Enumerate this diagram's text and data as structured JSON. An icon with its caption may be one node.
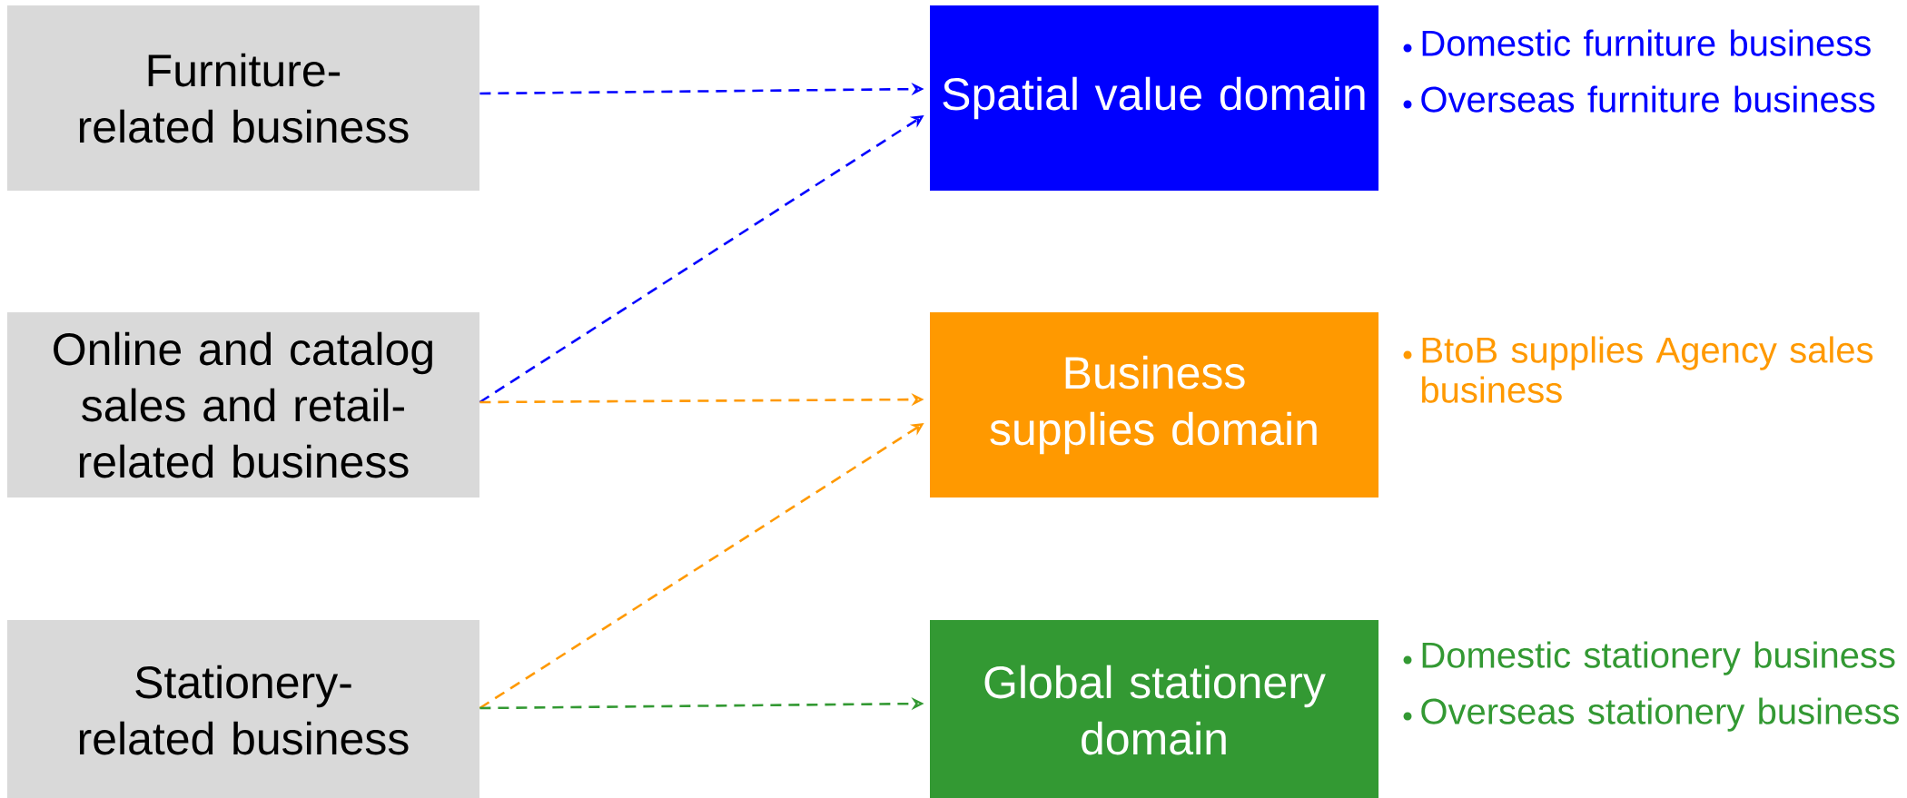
{
  "diagram": {
    "nodes": [
      {
        "text": [
          "Furniture-related business"
        ]
      },
      {
        "text": [
          "Online and catalog sales and retail-related business"
        ]
      },
      {
        "text": [
          "Stationery-related business"
        ]
      },
      {
        "text": [
          "Spatial value domain"
        ],
        "beside": [
          "Domestic furniture business",
          "Overseas furniture business"
        ]
      },
      {
        "text": [
          "Business supplies domain"
        ],
        "beside": [
          "BtoB supplies Agency sales business"
        ]
      },
      {
        "text": [
          "Global stationery domain"
        ],
        "beside": [
          "Domestic stationery business",
          "Overseas stationery business"
        ]
      }
    ],
    "edges": [
      {
        "from": 0,
        "to": 3,
        "arrow": "to",
        "style": "dashed",
        "color": "#0000ff"
      },
      {
        "from": 1,
        "to": 3,
        "arrow": "to",
        "style": "dashed",
        "color": "#0000ff"
      },
      {
        "from": 1,
        "to": 4,
        "arrow": "to",
        "style": "dashed",
        "color": "#ff9900"
      },
      {
        "from": 2,
        "to": 4,
        "arrow": "to",
        "style": "dashed",
        "color": "#ff9900"
      },
      {
        "from": 2,
        "to": 5,
        "arrow": "to",
        "style": "dashed",
        "color": "#339933"
      }
    ]
  }
}
